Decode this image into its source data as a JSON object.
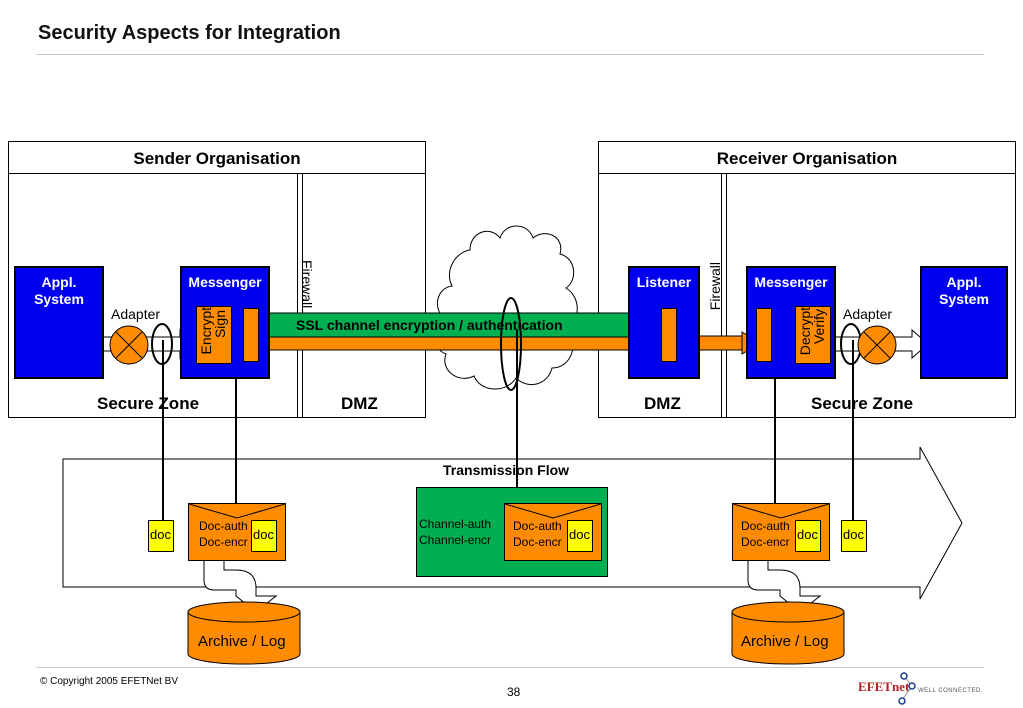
{
  "title": "Security Aspects for Integration",
  "sender": {
    "title": "Sender Organisation",
    "appl_system": "Appl.\nSystem",
    "messenger": "Messenger",
    "adapter": "Adapter",
    "sign": "Sign",
    "encrypt": "Encrypt",
    "firewall": "Firewall",
    "secure_zone": "Secure Zone",
    "dmz": "DMZ"
  },
  "receiver": {
    "title": "Receiver Organisation",
    "listener": "Listener",
    "firewall": "Firewall",
    "messenger": "Messenger",
    "decrypt": "Decrypt",
    "verify": "Verify",
    "adapter": "Adapter",
    "appl_system": "Appl.\nSystem",
    "dmz": "DMZ",
    "secure_zone": "Secure Zone"
  },
  "ssl_label": "SSL channel encryption / authentication",
  "transmission_flow": "Transmission Flow",
  "envelopes": {
    "doc_auth": "Doc-auth",
    "doc_encr": "Doc-encr",
    "doc": "doc",
    "channel_auth": "Channel-auth",
    "channel_encr": "Channel-encr"
  },
  "archive_log": "Archive / Log",
  "footer": {
    "copyright": "© Copyright 2005 EFETNet BV",
    "page": "38"
  },
  "logo": {
    "name": "EFETnet",
    "tagline": "WELL CONNECTED."
  },
  "colors": {
    "blue": "#0000ee",
    "orange": "#ff8c00",
    "green": "#00b050",
    "yellow": "#ffff00"
  }
}
